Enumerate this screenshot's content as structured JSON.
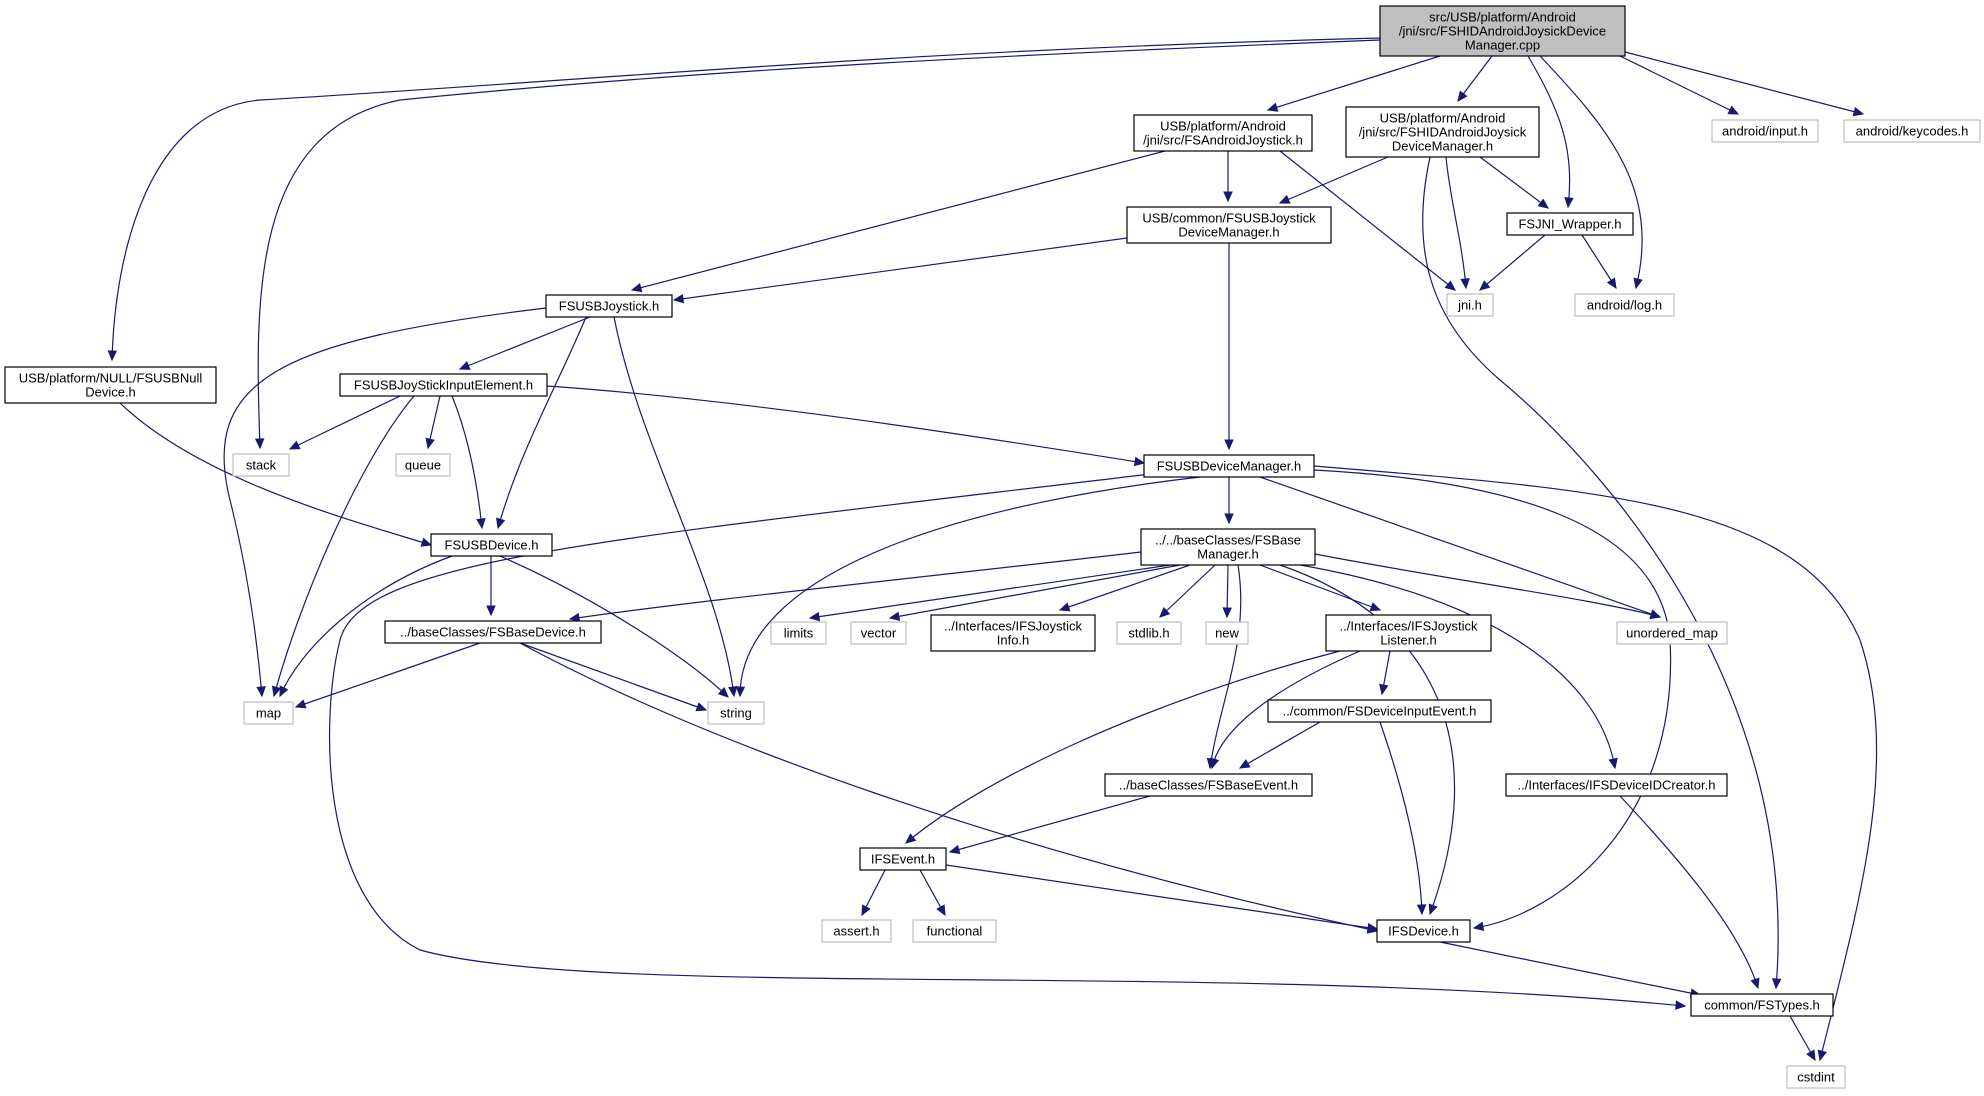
{
  "nodes": [
    {
      "id": "root",
      "lines": [
        "src/USB/platform/Android",
        "/jni/src/FSHIDAndroidJoysickDevice",
        "Manager.cpp"
      ],
      "kind": "root"
    },
    {
      "id": "null_device",
      "lines": [
        "USB/platform/NULL/FSUSBNull",
        "Device.h"
      ],
      "kind": "main"
    },
    {
      "id": "android_joystick",
      "lines": [
        "USB/platform/Android",
        "/jni/src/FSAndroidJoystick.h"
      ],
      "kind": "main"
    },
    {
      "id": "hid_manager_h",
      "lines": [
        "USB/platform/Android",
        "/jni/src/FSHIDAndroidJoysick",
        "DeviceManager.h"
      ],
      "kind": "main"
    },
    {
      "id": "android_input",
      "lines": [
        "android/input.h"
      ],
      "kind": "ext"
    },
    {
      "id": "android_keycodes",
      "lines": [
        "android/keycodes.h"
      ],
      "kind": "ext"
    },
    {
      "id": "common_joystick_mgr",
      "lines": [
        "USB/common/FSUSBJoystick",
        "DeviceManager.h"
      ],
      "kind": "main"
    },
    {
      "id": "jni_wrapper",
      "lines": [
        "FSJNI_Wrapper.h"
      ],
      "kind": "main"
    },
    {
      "id": "jni",
      "lines": [
        "jni.h"
      ],
      "kind": "ext"
    },
    {
      "id": "android_log",
      "lines": [
        "android/log.h"
      ],
      "kind": "ext"
    },
    {
      "id": "usb_joystick",
      "lines": [
        "FSUSBJoystick.h"
      ],
      "kind": "main"
    },
    {
      "id": "input_element",
      "lines": [
        "FSUSBJoyStickInputElement.h"
      ],
      "kind": "main"
    },
    {
      "id": "stack",
      "lines": [
        "stack"
      ],
      "kind": "ext"
    },
    {
      "id": "queue",
      "lines": [
        "queue"
      ],
      "kind": "ext"
    },
    {
      "id": "device_manager",
      "lines": [
        "FSUSBDeviceManager.h"
      ],
      "kind": "main"
    },
    {
      "id": "usb_device",
      "lines": [
        "FSUSBDevice.h"
      ],
      "kind": "main"
    },
    {
      "id": "base_manager",
      "lines": [
        "../../baseClasses/FSBase",
        "Manager.h"
      ],
      "kind": "main"
    },
    {
      "id": "base_device",
      "lines": [
        "../baseClasses/FSBaseDevice.h"
      ],
      "kind": "main"
    },
    {
      "id": "limits",
      "lines": [
        "limits"
      ],
      "kind": "ext"
    },
    {
      "id": "vector",
      "lines": [
        "vector"
      ],
      "kind": "ext"
    },
    {
      "id": "joystick_info",
      "lines": [
        "../Interfaces/IFSJoystick",
        "Info.h"
      ],
      "kind": "main"
    },
    {
      "id": "stdlib",
      "lines": [
        "stdlib.h"
      ],
      "kind": "ext"
    },
    {
      "id": "new",
      "lines": [
        "new"
      ],
      "kind": "ext"
    },
    {
      "id": "joystick_listener",
      "lines": [
        "../Interfaces/IFSJoystick",
        "Listener.h"
      ],
      "kind": "main"
    },
    {
      "id": "unordered_map",
      "lines": [
        "unordered_map"
      ],
      "kind": "ext"
    },
    {
      "id": "map",
      "lines": [
        "map"
      ],
      "kind": "ext"
    },
    {
      "id": "string",
      "lines": [
        "string"
      ],
      "kind": "ext"
    },
    {
      "id": "device_input_event",
      "lines": [
        "../common/FSDeviceInputEvent.h"
      ],
      "kind": "main"
    },
    {
      "id": "base_event",
      "lines": [
        "../baseClasses/FSBaseEvent.h"
      ],
      "kind": "main"
    },
    {
      "id": "device_id_creator",
      "lines": [
        "../Interfaces/IFSDeviceIDCreator.h"
      ],
      "kind": "main"
    },
    {
      "id": "ifs_event",
      "lines": [
        "IFSEvent.h"
      ],
      "kind": "main"
    },
    {
      "id": "assert",
      "lines": [
        "assert.h"
      ],
      "kind": "ext"
    },
    {
      "id": "functional",
      "lines": [
        "functional"
      ],
      "kind": "ext"
    },
    {
      "id": "ifs_device",
      "lines": [
        "IFSDevice.h"
      ],
      "kind": "main"
    },
    {
      "id": "fstypes",
      "lines": [
        "common/FSTypes.h"
      ],
      "kind": "main"
    },
    {
      "id": "cstdint",
      "lines": [
        "cstdint"
      ],
      "kind": "ext"
    }
  ]
}
